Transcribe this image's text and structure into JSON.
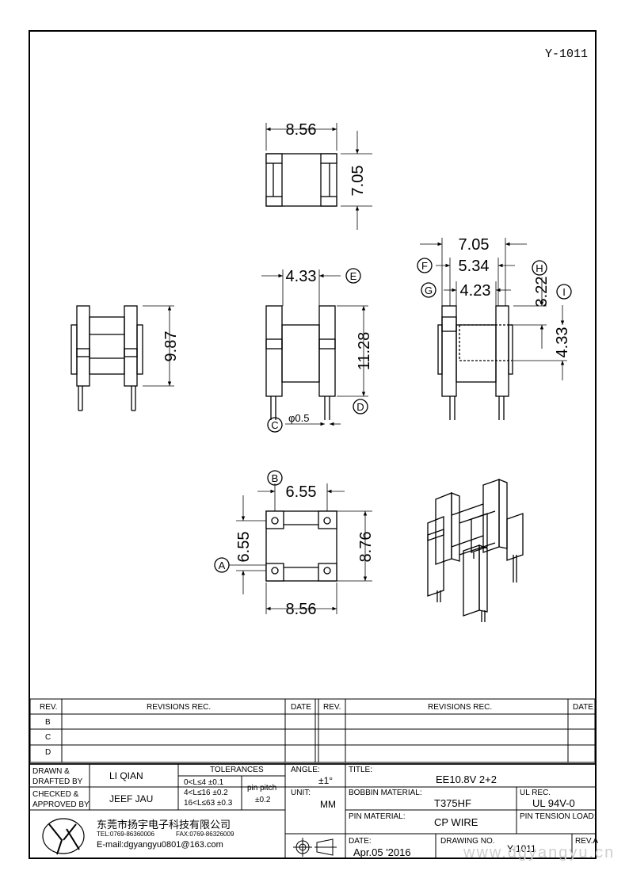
{
  "drawing_number": "Y-1011",
  "dimensions": {
    "top_width": "8.56",
    "top_height": "7.05",
    "left_height": "9.87",
    "mid_width": "4.33",
    "mid_height": "11.28",
    "pin_dia": "φ0.5",
    "right_width": "7.05",
    "right_mid": "5.34",
    "right_inner": "4.23",
    "right_h1": "3.22",
    "right_h2": "4.33",
    "bottom_pitch_x": "6.55",
    "bottom_pitch_y": "6.55",
    "bottom_height": "8.76",
    "bottom_width": "8.56"
  },
  "markers": {
    "A": "A",
    "B": "B",
    "C": "C",
    "D": "D",
    "E": "E",
    "F": "F",
    "G": "G",
    "H": "H",
    "I": "I"
  },
  "revisions": {
    "rev_header": "REV.",
    "rec_header": "REVISIONS   REC.",
    "date_header": "DATE",
    "rows": [
      "B",
      "C",
      "D"
    ]
  },
  "title_block": {
    "drawn_label": "DRAWN &\nDRAFTED BY",
    "drawn_by": "LI QIAN",
    "checked_label": "CHECKED &\nAPPROVED BY",
    "checked_by": "JEEF JAU",
    "tolerances_label": "TOLERANCES",
    "tol_rows": [
      "0<L≤4   ±0.1",
      "4<L≤16  ±0.2",
      "16<L≤63 ±0.3"
    ],
    "pin_pitch_label": "pin pitch",
    "pin_pitch_value": "±0.2",
    "angle_label": "ANGLE:",
    "angle_value": "±1°",
    "unit_label": "UNIT:",
    "unit_value": "MM",
    "title_label": "TITLE:",
    "title_value": "EE10.8V  2+2",
    "bobbin_label": "BOBBIN MATERIAL:",
    "bobbin_value": "T375HF",
    "ul_label": "UL REC.",
    "ul_value": "UL  94V-0",
    "pin_mat_label": "PIN MATERIAL:",
    "pin_mat_value": "CP  WIRE",
    "pin_tension_label": "PIN TENSION LOAD:",
    "date_label": "DATE:",
    "date_value": "Apr.05  '2016",
    "drawing_no_label": "DRAWING  NO.",
    "drawing_no_value": "Y-1011",
    "rev_label": "REV.A",
    "company_name": "东莞市扬宇电子科技有限公司",
    "company_tel": "TEL:0769-86360006",
    "company_fax": "FAX:0769-86326009",
    "company_email": "E-mail:dgyangyu0801@163.com"
  },
  "watermark": "www.dgyangyu.cn"
}
